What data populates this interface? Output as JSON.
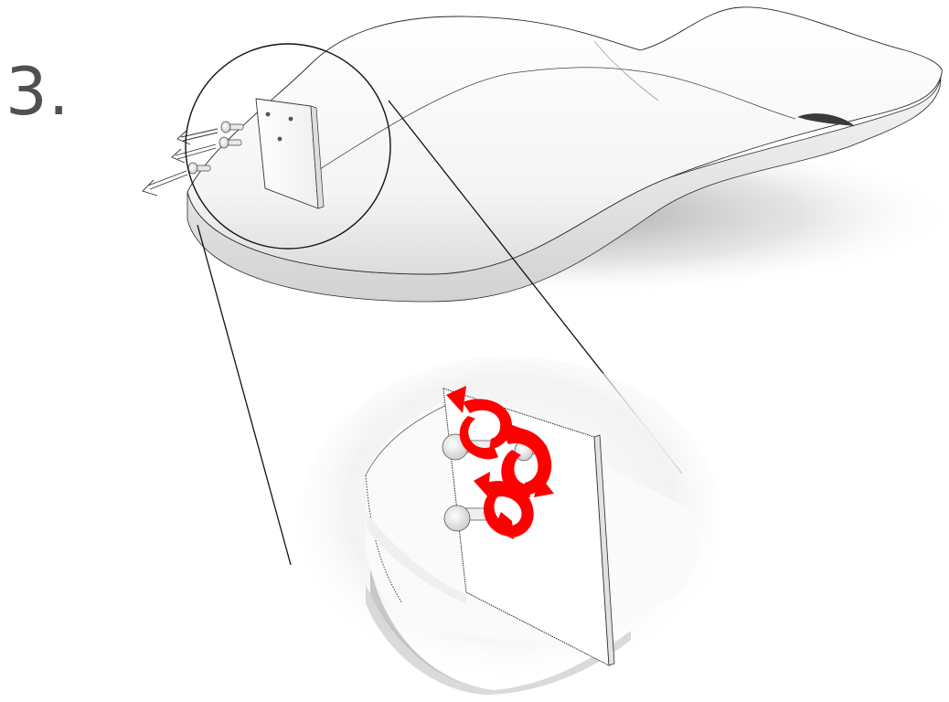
{
  "step": {
    "number": "3."
  },
  "instruction": {
    "screw_count": 3,
    "screw_direction": "remove",
    "rotation_direction": "counter-clockwise"
  },
  "colors": {
    "rotation_arrow": "#ff0000",
    "step_text": "#505050",
    "outline": "#1a1a1a",
    "part_white": "#ffffff",
    "shadow": "#b8b8b8"
  },
  "icons": {
    "removal_arrow": "double-line-arrow-icon",
    "rotation_arrow": "circular-rotate-icon"
  }
}
